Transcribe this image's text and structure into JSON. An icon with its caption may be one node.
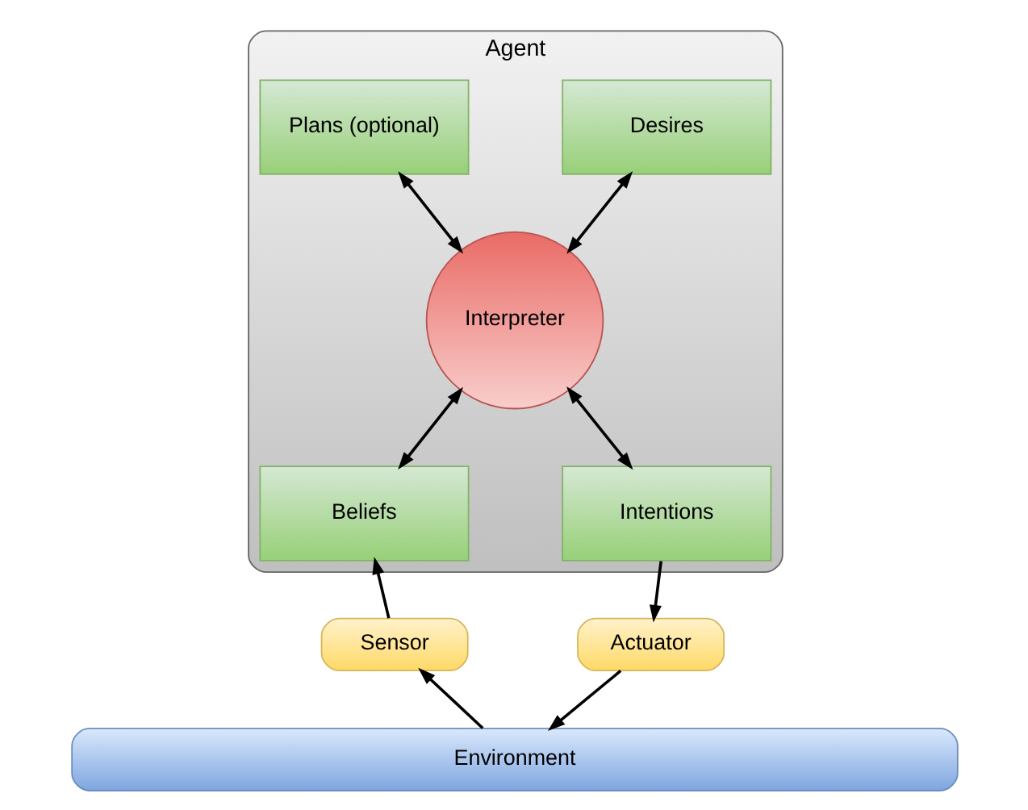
{
  "diagram": {
    "nodes": [
      {
        "text": [
          "Agent"
        ]
      },
      {
        "text": [
          "Desires"
        ],
        "in": 0
      },
      {
        "text": [
          "Plans (optional)"
        ],
        "in": 0
      },
      {
        "text": [
          "Interpreter"
        ],
        "in": 0
      },
      {
        "text": [
          "Beliefs"
        ],
        "in": 0
      },
      {
        "text": [
          "Intentions"
        ],
        "in": 0
      },
      {
        "text": [
          "Sensor"
        ]
      },
      {
        "text": [
          "Actuator"
        ]
      },
      {
        "text": [
          "Environment"
        ]
      }
    ],
    "edges": [
      {
        "from": 1,
        "to": 3,
        "arrow": "both"
      },
      {
        "from": 2,
        "to": 3,
        "arrow": "both"
      },
      {
        "from": 4,
        "to": 3,
        "arrow": "both"
      },
      {
        "from": 5,
        "to": 3,
        "arrow": "both"
      },
      {
        "from": 6,
        "to": 4,
        "arrow": "to"
      },
      {
        "from": 5,
        "to": 7,
        "arrow": "to"
      },
      {
        "from": 8,
        "to": 6,
        "arrow": "to"
      },
      {
        "from": 7,
        "to": 8,
        "arrow": "to"
      }
    ]
  }
}
